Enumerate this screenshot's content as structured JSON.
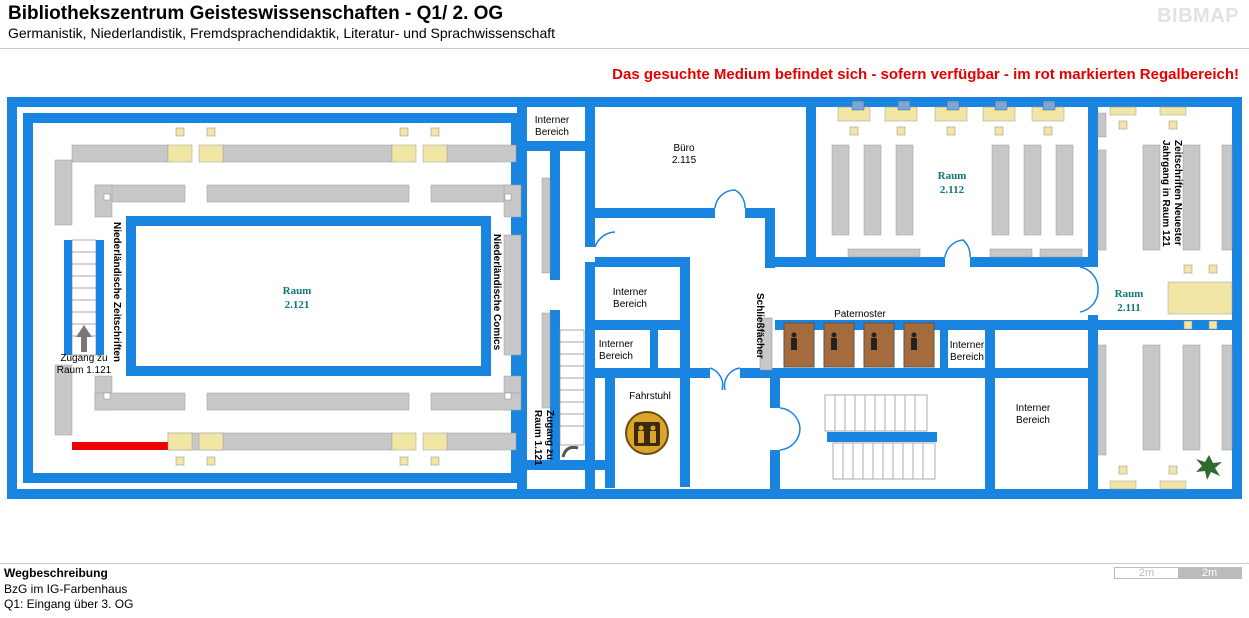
{
  "header": {
    "title": "Bibliothekszentrum Geisteswissenschaften - Q1/ 2. OG",
    "subtitle": "Germanistik, Niederlandistik, Fremdsprachendidaktik, Literatur- und Sprachwissenschaft",
    "logo": "BIBMAP"
  },
  "notice": "Das gesuchte Medium befindet sich - sofern verfügbar - im rot markierten Regalbereich!",
  "map": {
    "labels": {
      "raum_2121": [
        "Raum",
        "2.121"
      ],
      "raum_2112": [
        "Raum",
        "2.112"
      ],
      "raum_2111": [
        "Raum",
        "2.111"
      ],
      "buero": [
        "Büro",
        "2.115"
      ],
      "interner_1": [
        "Interner",
        "Bereich"
      ],
      "interner_2": [
        "Interner",
        "Bereich"
      ],
      "interner_3": [
        "Interner",
        "Bereich"
      ],
      "interner_4": [
        "Interner",
        "Bereich"
      ],
      "interner_5": [
        "Interner",
        "Bereich"
      ],
      "paternoster": "Paternoster",
      "fahrstuhl": "Fahrstuhl",
      "schliessfaecher": "Schließfächer",
      "zugang_left": [
        "Zugang zu",
        "Raum 1.121"
      ],
      "zugang_right": [
        "Zugang zu",
        "Raum 1.121"
      ],
      "niederl_zeitschriften": "Niederländische Zeitschriften",
      "niederl_comics": "Niederländische Comics",
      "zeitschriften_label": [
        "Zeitschriften Neuester",
        "Jahrgang in Raum 121"
      ]
    },
    "colors": {
      "wall": "#1a85e0",
      "shelf": "#c8c8c8",
      "table": "#f2e6a6",
      "highlight": "#ee0000",
      "room_text": "#117777",
      "paternoster": "#a66b3d"
    }
  },
  "route": {
    "title": "Wegbeschreibung",
    "line1": "BzG im IG-Farbenhaus",
    "line2": "Q1: Eingang über 3. OG"
  },
  "scale": {
    "seg1": "2m",
    "seg2": "2m"
  }
}
